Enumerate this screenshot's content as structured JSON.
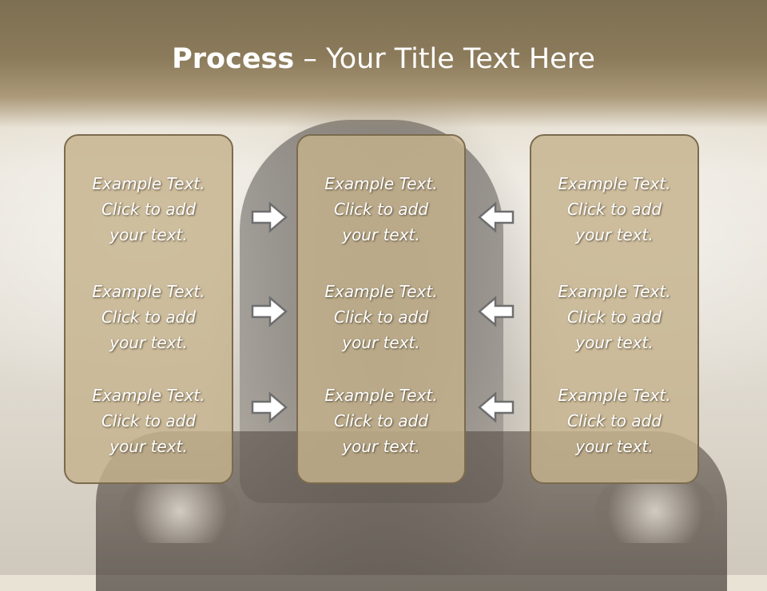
{
  "slide": {
    "title_bold": "Process",
    "title_rest": " – Your Title Text Here"
  },
  "columns": [
    {
      "items": [
        [
          "Example Text.",
          "Click  to add",
          "your text."
        ],
        [
          "Example Text.",
          "Click  to add",
          "your text."
        ],
        [
          "Example Text.",
          "Click  to add",
          "your text."
        ]
      ]
    },
    {
      "items": [
        [
          "Example Text.",
          "Click  to add",
          "your text."
        ],
        [
          "Example Text.",
          "Click  to add",
          "your text."
        ],
        [
          "Example Text.",
          "Click  to add",
          "your text."
        ]
      ]
    },
    {
      "items": [
        [
          "Example Text.",
          "Click  to add",
          "your text."
        ],
        [
          "Example Text.",
          "Click  to add",
          "your text."
        ],
        [
          "Example Text.",
          "Click  to add",
          "your text."
        ]
      ]
    }
  ],
  "arrows": {
    "left_group": "arrow-right-icon",
    "right_group": "arrow-left-icon"
  },
  "colors": {
    "header": "#8b7b5b",
    "box_fill": "#c4b28c",
    "box_border": "#7b6b4e",
    "arrow_fill": "#ffffff",
    "arrow_stroke": "#6e6e6e"
  }
}
